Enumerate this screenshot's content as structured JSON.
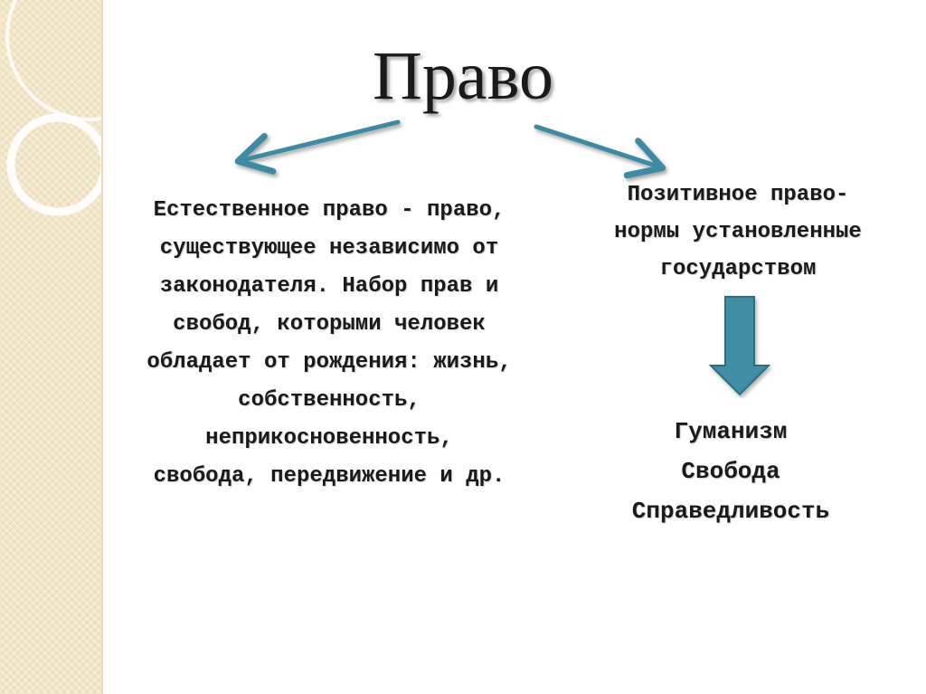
{
  "title": "Право",
  "natural_law": {
    "text": "Естественное право - право,\nсуществующее независимо от\nзаконодателя. Набор прав и\nсвобод, которыми человек\nобладает от рождения: жизнь,\nсобственность,\nнеприкосновенность,\nсвобода, передвижение и др."
  },
  "positive_law": {
    "text": "Позитивное право-\nнормы установленные\nгосударством"
  },
  "values": {
    "items": [
      "Гуманизм",
      "Свобода",
      "Справедливость"
    ]
  },
  "colors": {
    "arrow": "#3d8aa3",
    "down_arrow_fill": "#3f8ea6",
    "down_arrow_stroke": "#2b6e82",
    "panel": "#f3e6c7"
  }
}
